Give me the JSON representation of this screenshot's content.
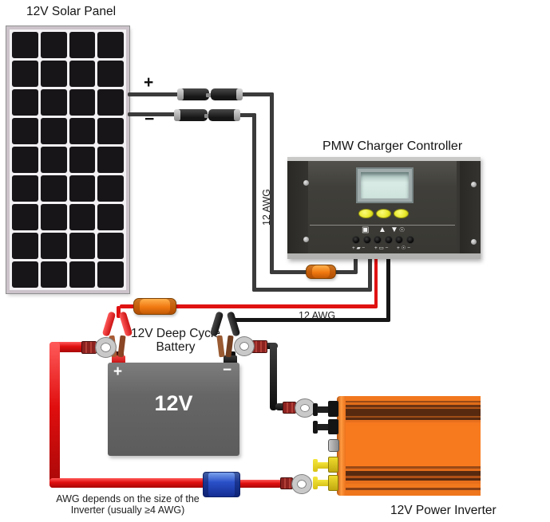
{
  "solar_panel": {
    "title": "12V Solar Panel",
    "positive_label": "+",
    "negative_label": "−"
  },
  "controller": {
    "title": "PMW Charger Controller",
    "icons": {
      "display": "▣",
      "up_arrow": "▲",
      "down_arrow": "▼",
      "bulb": "☉",
      "solar_terminal": "▰",
      "battery_terminal": "▭",
      "load_terminal": "☉"
    },
    "terminal_labels": {
      "solar": {
        "plus": "+",
        "minus": "−"
      },
      "battery": {
        "plus": "+",
        "minus": "−"
      },
      "load": {
        "plus": "+",
        "minus": "−"
      }
    }
  },
  "battery": {
    "title_line1": "12V Deep Cycle",
    "title_line2": "Battery",
    "voltage_label": "12V",
    "positive_label": "+",
    "negative_label": "−"
  },
  "inverter": {
    "title": "12V Power Inverter"
  },
  "wire_labels": {
    "solar_gauge": "12 AWG",
    "battery_gauge": "12 AWG"
  },
  "note": {
    "line1": "AWG depends on the size of the",
    "line2": "Inverter (usually ≥4 AWG)"
  },
  "colors": {
    "dark_wire": "#3b3b3b",
    "red_wire": "#e01212",
    "black_wire": "#161616",
    "thick_red_wire": "#e00e0e",
    "fuse_orange": "#f07810",
    "fuse_blue": "#2a50c8",
    "inverter_orange": "#f2781e",
    "controller_gray": "#383733",
    "battery_gray": "#6a6a6a",
    "button_yellow": "#e8e82c"
  }
}
